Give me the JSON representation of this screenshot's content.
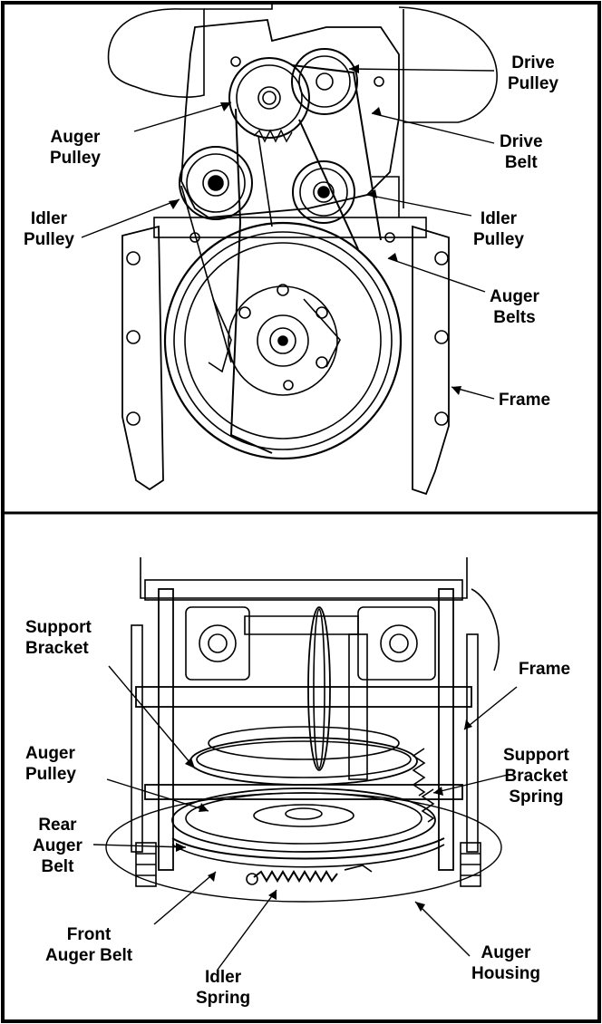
{
  "top_labels": {
    "drive_pulley": [
      "Drive",
      "Pulley"
    ],
    "auger_pulley": [
      "Auger",
      "Pulley"
    ],
    "drive_belt": [
      "Drive",
      "Belt"
    ],
    "idler_pulley_left": [
      "Idler",
      "Pulley"
    ],
    "idler_pulley_right": [
      "Idler",
      "Pulley"
    ],
    "auger_belts": [
      "Auger",
      "Belts"
    ],
    "frame": "Frame"
  },
  "bottom_labels": {
    "support_bracket": [
      "Support",
      "Bracket"
    ],
    "frame": "Frame",
    "auger_pulley": [
      "Auger",
      "Pulley"
    ],
    "support_bracket_spring": [
      "Support",
      "Bracket",
      "Spring"
    ],
    "rear_auger_belt": [
      "Rear",
      "Auger",
      "Belt"
    ],
    "front_auger_belt": [
      "Front",
      "Auger Belt"
    ],
    "idler_spring": [
      "Idler",
      "Spring"
    ],
    "auger_housing": [
      "Auger",
      "Housing"
    ]
  }
}
